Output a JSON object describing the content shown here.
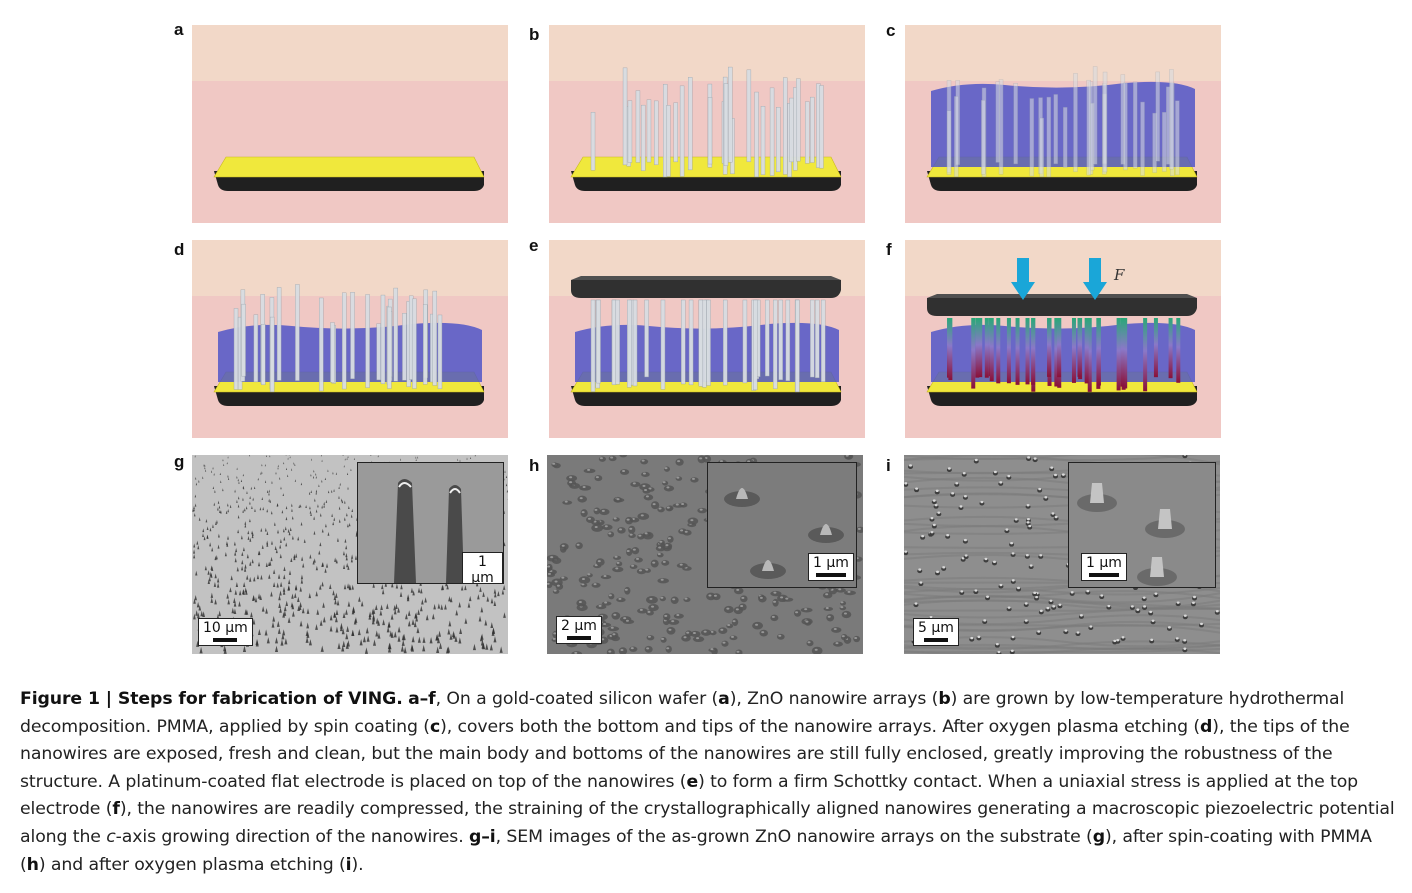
{
  "panels": {
    "a": "a",
    "b": "b",
    "c": "c",
    "d": "d",
    "e": "e",
    "f": "f",
    "g": "g",
    "h": "h",
    "i": "i"
  },
  "force_label": "F",
  "scalebars": {
    "g_main": "10 µm",
    "g_inset": "1 µm",
    "h_main": "2 µm",
    "h_inset": "1 µm",
    "i_main": "5 µm",
    "i_inset": "1 µm"
  },
  "colors": {
    "background_pink": "#f0c8c4",
    "top_band": "#f2d8c8",
    "gold": "#f0e83c",
    "substrate": "#202020",
    "pmma": "#4a52c8",
    "nanowire": "#d8dde2",
    "arrow": "#1aa6d8"
  },
  "caption": {
    "fig_label": "Figure 1 | Steps for fabrication of VING.",
    "af": "a–f",
    "t1": ", On a gold-coated silicon wafer (",
    "a": "a",
    "t2": "), ZnO nanowire arrays (",
    "b": "b",
    "t3": ") are grown by low-temperature hydrothermal decomposition. PMMA, applied by spin coating (",
    "c": "c",
    "t4": "), covers both the bottom and tips of the nanowire arrays. After oxygen plasma etching (",
    "d": "d",
    "t5": "), the tips of the nanowires are exposed, fresh and clean, but the main body and bottoms of the nanowires are still fully enclosed, greatly improving the robustness of the structure. A platinum-coated flat electrode is placed on top of the nanowires (",
    "e": "e",
    "t6": ") to form a firm Schottky contact. When a uniaxial stress is applied at the top electrode (",
    "f": "f",
    "t7": "), the nanowires are readily compressed, the straining of the crystallographically aligned nanowires generating a macroscopic piezoelectric potential along the ",
    "c_italic": "c",
    "t8": "-axis growing direction of the nanowires. ",
    "gi": "g–i",
    "t9": ", SEM images of the as-grown ZnO nanowire arrays on the substrate (",
    "g": "g",
    "t10": "), after spin-coating with PMMA (",
    "h": "h",
    "t11": ") and after oxygen plasma etching (",
    "i": "i",
    "t12": ")."
  }
}
